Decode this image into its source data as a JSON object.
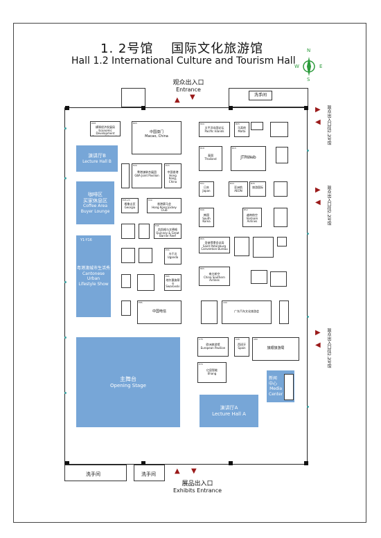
{
  "title_cn": "1. 2号馆　 国际文化旅游馆",
  "title_en": "Hall 1.2 International Culture and Tourism Hall",
  "compass": {
    "n": "N",
    "s": "S",
    "e": "E",
    "w": "W"
  },
  "colors": {
    "blue": "#77a6d7",
    "arrow": "#9a1a1a",
    "compass": "#2a9a3a"
  },
  "entrance_top": {
    "cn": "观众出入口",
    "en": "Entrance"
  },
  "entrance_bottom": {
    "cn": "展品出入口",
    "en": "Exhibits Entrance"
  },
  "toilet_top": "洗手间",
  "toilet_bottom_left": "洗手间",
  "toilet_bottom_right": "洗手间",
  "side_labels": {
    "top": "观众出入口往2.2号馆",
    "mid": "观众出入口往2.2号馆",
    "bottom": "观众出入口往2.2号馆"
  },
  "blue_areas": {
    "lecture_b": {
      "cn": "演讲厅B",
      "en": "Lecture Hall B"
    },
    "coffee": {
      "cn": "咖啡区\n买家休息区",
      "en": "Coffee Area\nBuyer Lounge"
    },
    "lifestyle": {
      "no": "Y1-Y16",
      "cn": "粤港澳城市生活秀",
      "en": "Cantonese Urban\nLifestyle Show"
    },
    "stage": {
      "cn": "主舞台",
      "en": "Opening Stage"
    },
    "lecture_a": {
      "cn": "演讲厅A",
      "en": "Lecture Hall A"
    },
    "media": {
      "cn": "新闻\n中心",
      "en": "Media\nCenter"
    }
  },
  "booths": [
    {
      "no": "D08",
      "text": "横琴经济发展局\nEconomic Development Bureau of Hengqin"
    },
    {
      "no": "B05",
      "text": "中国澳门\nMacao, China"
    },
    {
      "no": "B09",
      "text": "太平洋岛国论坛\nPacific Islands"
    },
    {
      "no": "B05",
      "text": "马耳他\nMalta"
    },
    {
      "no": "B18",
      "text": "泰国\nThailand"
    },
    {
      "no": "B15",
      "text": "JTRWeb"
    },
    {
      "no": "E20",
      "text": "粤港澳联合展团\nGBA Joint Pavilion"
    },
    {
      "no": "E15",
      "text": "中国香港\nHong Kong, China"
    },
    {
      "no": "B31",
      "text": "日本\nJapan"
    },
    {
      "no": "B33",
      "text": "亚洲航\nAEON"
    },
    {
      "no": "E05-23",
      "text": "格鲁吉亚\nGeorgia"
    },
    {
      "no": "E29",
      "text": "香港赛马会\nHong Kong Jockey Club"
    },
    {
      "no": "B46",
      "text": "韩国\nSouth Korea"
    },
    {
      "no": "B52",
      "text": "越南航空\nVietnam Airlines"
    },
    {
      "no": "E45",
      "text": "凯凯格与文德格\nQuinney & Great Barrier Reef"
    },
    {
      "no": "E55",
      "text": "乌干达\nUganda"
    },
    {
      "no": "B55",
      "text": "圣彼得堡会议局\nSaint Petersburg Convention Bureau"
    },
    {
      "no": "B65",
      "text": "南方航空\nChina Southern Airlines"
    },
    {
      "no": "E65",
      "text": "地尔惠施蒂卡\nSwarovski"
    },
    {
      "no": "E85",
      "text": "中国电信"
    },
    {
      "no": "A90",
      "text": "广东汽车文化旅游会"
    },
    {
      "no": "C75",
      "text": "欧洲旅游馆\nEuropean Pavilion"
    },
    {
      "no": "A80",
      "text": "旅顺旅游局"
    },
    {
      "no": "E70",
      "text": "亿居智能\nEhang"
    },
    {
      "no": "B35",
      "text": "旅游国际"
    },
    {
      "no": "C45",
      "text": "西班牙\nSpain"
    }
  ]
}
